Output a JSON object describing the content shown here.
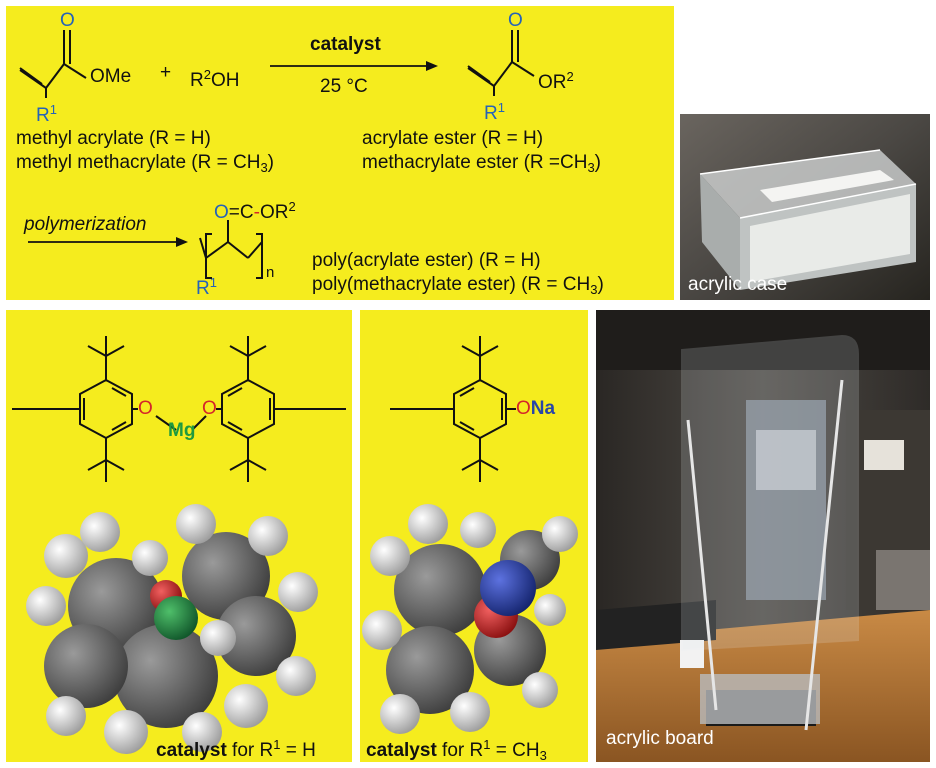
{
  "reaction": {
    "reagent_plus": "+",
    "alcohol": "R",
    "alcohol_sup": "2",
    "alcohol_tail": "OH",
    "catalyst_label": "catalyst",
    "temperature": "25 °C",
    "sm_ome": "OMe",
    "sm_o": "O",
    "sm_r": "R",
    "sm_r_sup": "1",
    "prod_o": "O",
    "prod_or": "OR",
    "prod_or_sup": "2",
    "prod_r": "R",
    "prod_r_sup": "1",
    "sm_name_1": "methyl acrylate (R = H)",
    "sm_name_2_a": "methyl methacrylate (R = CH",
    "sm_name_2_sub": "3",
    "sm_name_2_b": ")",
    "prod_name_1": "acrylate ester (R = H)",
    "prod_name_2_a": "methacrylate ester (R =CH",
    "prod_name_2_sub": "3",
    "prod_name_2_b": ")",
    "polymerization_label": "polymerization",
    "poly_o": "O",
    "poly_eq": "=",
    "poly_c": "C",
    "poly_dash": "-",
    "poly_or": "OR",
    "poly_or_sup": "2",
    "poly_r": "R",
    "poly_r_sup": "1",
    "poly_n": "n",
    "poly_name_1": "poly(acrylate ester) (R = H)",
    "poly_name_2_a": "poly(methacrylate ester) (R = CH",
    "poly_name_2_sub": "3",
    "poly_name_2_b": ")"
  },
  "catalyst_mg": {
    "o_left": "O",
    "o_right": "O",
    "metal": "Mg",
    "caption_bold": "catalyst",
    "caption_rest": " for R",
    "caption_sup": "1",
    "caption_tail": " = H"
  },
  "catalyst_na": {
    "o": "O",
    "metal": "Na",
    "caption_bold": "catalyst",
    "caption_rest": " for R",
    "caption_sup": "1",
    "caption_tail": " = CH",
    "caption_sub": "3"
  },
  "photos": {
    "case_label": "acrylic case",
    "board_label": "acrylic board"
  },
  "colors": {
    "panel_yellow": "#f5ec1e",
    "oxygen_red": "#d4252a",
    "substituent_blue": "#2563b8",
    "magnesium_green": "#1f9a3e",
    "sodium_blue": "#2846a8"
  }
}
